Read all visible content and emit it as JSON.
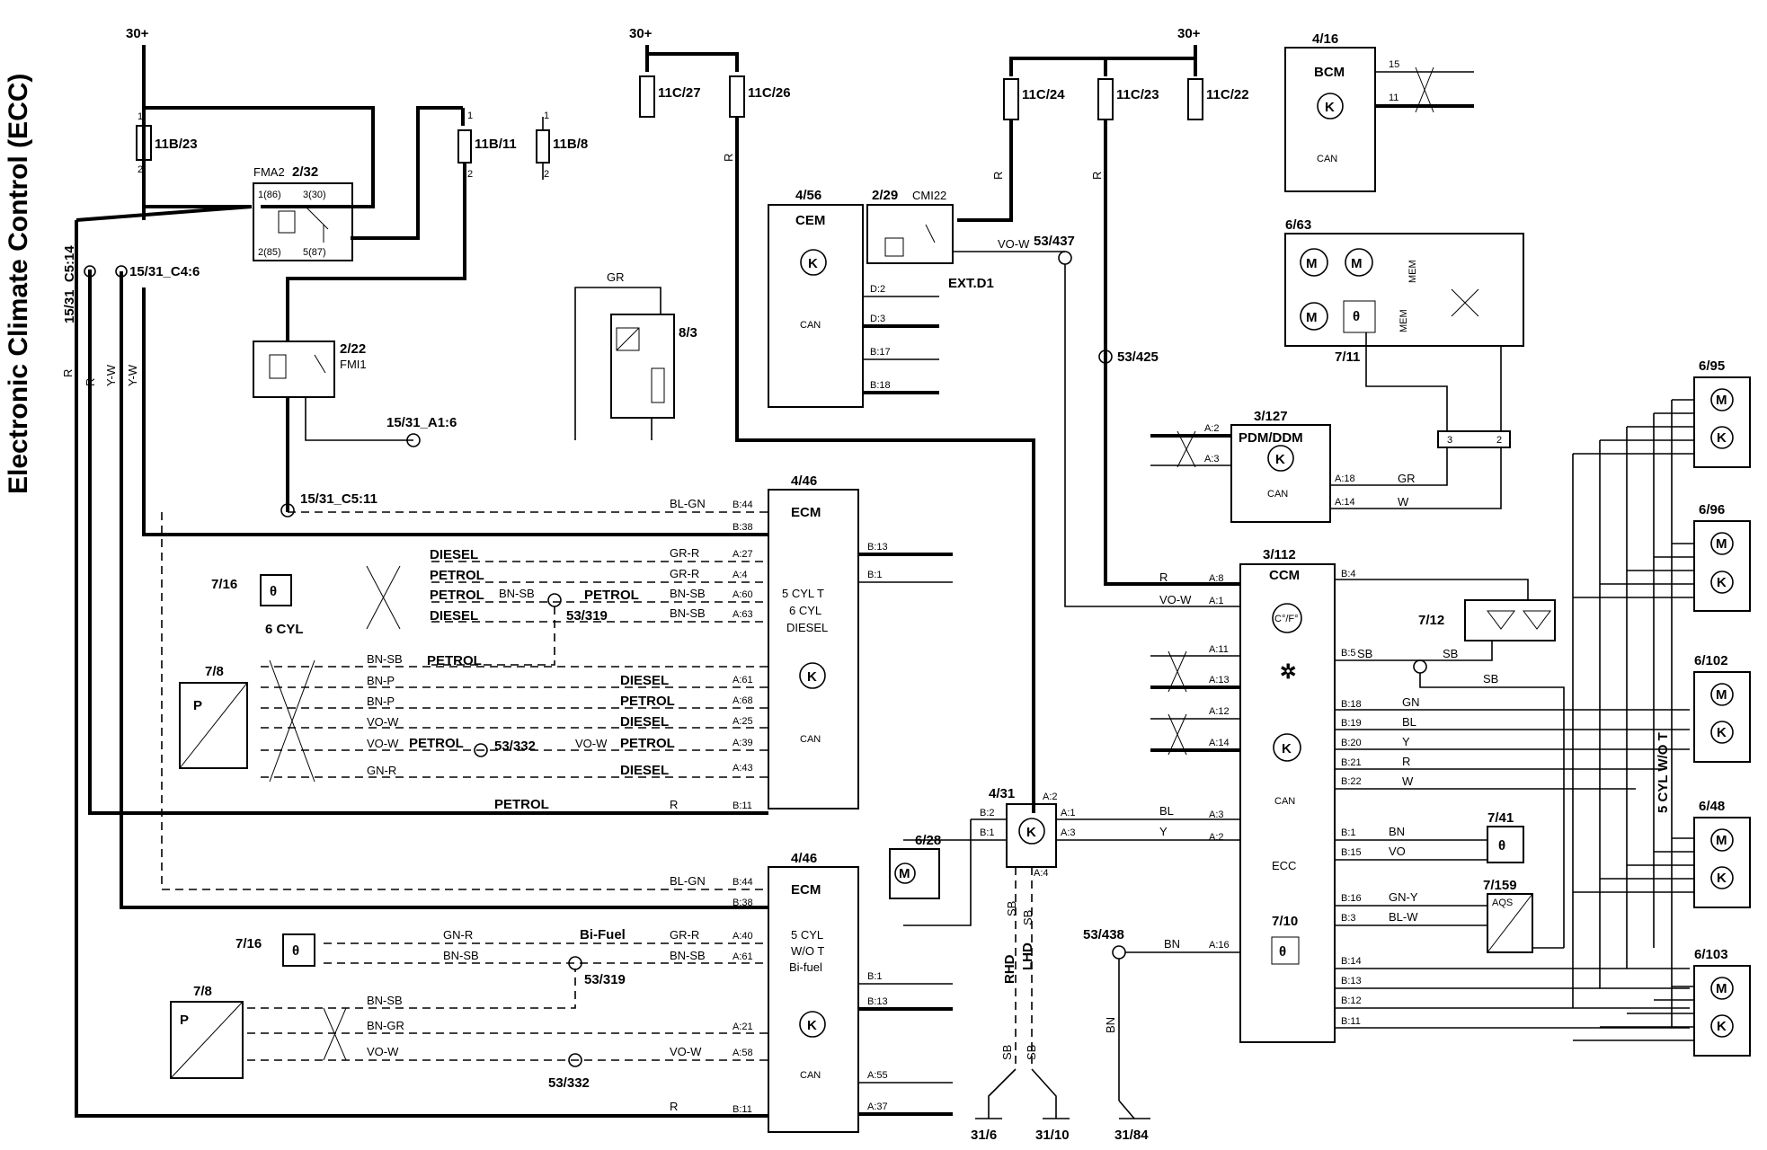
{
  "title": "Electronic Climate Control (ECC)",
  "supply": [
    "30+",
    "30+",
    "30+"
  ],
  "fuses": [
    "11B/23",
    "11B/11",
    "11B/8",
    "11C/27",
    "11C/26",
    "11C/24",
    "11C/23",
    "11C/22"
  ],
  "relays": {
    "fma2": {
      "id": "2/32",
      "tag": "FMA2",
      "pins": [
        "1(86)",
        "3(30)",
        "2(85)",
        "5(87)"
      ]
    },
    "fmi1": {
      "id": "2/22",
      "tag": "FMI1"
    },
    "cmi22": {
      "id": "2/29",
      "tag": "CMI22",
      "ext": "EXT.D1"
    }
  },
  "modules": {
    "cem": {
      "id": "4/56",
      "name": "CEM",
      "pins": [
        "D:2",
        "D:3",
        "B:17",
        "B:18"
      ]
    },
    "bcm": {
      "id": "4/16",
      "name": "BCM",
      "pins": [
        "15",
        "11"
      ]
    },
    "ecm1": {
      "id": "4/46",
      "name": "ECM",
      "desc1": "5 CYL T",
      "desc2": "6 CYL",
      "desc3": "DIESEL",
      "left_pins": [
        "B:44",
        "B:38",
        "A:27",
        "A:4",
        "A:60",
        "A:63",
        "A:61",
        "A:68",
        "A:25",
        "A:39",
        "A:43",
        "B:11"
      ],
      "right_pins": [
        "B:13",
        "B:1"
      ]
    },
    "ecm2": {
      "id": "4/46",
      "name": "ECM",
      "desc1": "5 CYL",
      "desc2": "W/O T",
      "desc3": "Bi-fuel",
      "left_pins": [
        "B:44",
        "B:38",
        "A:40",
        "A:61",
        "A:21",
        "A:58",
        "B:11"
      ],
      "right_pins": [
        "B:1",
        "B:13",
        "A:55",
        "A:37"
      ]
    },
    "ccm": {
      "id": "3/112",
      "name": "CCM",
      "ecc": "ECC",
      "temp": "C°/F°",
      "left_pins": [
        "A:8",
        "A:1",
        "A:11",
        "A:13",
        "A:12",
        "A:14",
        "A:3",
        "A:2",
        "A:16"
      ],
      "right_pins": [
        "B:4",
        "B:5",
        "B:18",
        "B:19",
        "B:20",
        "B:21",
        "B:22",
        "B:1",
        "B:15",
        "B:16",
        "B:3",
        "B:14",
        "B:13",
        "B:12",
        "B:11"
      ]
    },
    "pdm": {
      "id": "3/127",
      "name": "PDM/DDM",
      "pins": [
        "A:2",
        "A:3",
        "A:18",
        "A:14"
      ]
    },
    "mod431": {
      "id": "4/31",
      "pins": [
        "B:2",
        "B:1",
        "A:2",
        "A:1",
        "A:3",
        "A:4"
      ]
    }
  },
  "components": [
    "8/3",
    "7/16",
    "7/8",
    "7/16",
    "7/8",
    "6/28",
    "6/63",
    "7/11",
    "7/12",
    "7/41",
    "7/159",
    "7/10",
    "6/95",
    "6/96",
    "6/102",
    "6/48",
    "6/103"
  ],
  "labels": {
    "can": "CAN",
    "aqs": "AQS",
    "mem": "MEM",
    "six_cyl": "6 CYL",
    "five_cyl_wot": "5 CYL W/O T",
    "rhd": "RHD",
    "lhd": "LHD",
    "bi_fuel": "Bi-Fuel"
  },
  "splices": [
    "15/31_C5:14",
    "15/31_C4:6",
    "15/31_A1:6",
    "15/31_C5:11",
    "53/437",
    "53/425",
    "53/319",
    "53/332",
    "53/319",
    "53/332",
    "53/438"
  ],
  "grounds": [
    "31/6",
    "31/10",
    "31/84"
  ],
  "fuel_labels": [
    "DIESEL",
    "PETROL",
    "PETROL",
    "DIESEL",
    "PETROL",
    "PETROL",
    "DIESEL",
    "PETROL",
    "DIESEL",
    "PETROL",
    "PETROL",
    "DIESEL",
    "PETROL"
  ],
  "wire_colors": [
    "R",
    "R",
    "R",
    "R",
    "R",
    "Y-W",
    "Y-W",
    "GR",
    "VO-W",
    "BL-GN",
    "BL-GN",
    "GR-R",
    "GR-R",
    "BN-SB",
    "BN-SB",
    "BN-SB",
    "BN-SB",
    "BN-P",
    "BN-P",
    "VO-W",
    "VO-W",
    "VO-W",
    "GN-R",
    "GR-R",
    "BN-SB",
    "BN-SB",
    "BN-SB",
    "BN-GR",
    "VO-W",
    "VO-W",
    "GR",
    "W",
    "R",
    "VO-W",
    "SB",
    "SB",
    "SB",
    "GN",
    "BL",
    "Y",
    "R",
    "W",
    "BL",
    "Y",
    "BN",
    "VO",
    "GN-Y",
    "BL-W",
    "BN",
    "BN",
    "SB",
    "SB",
    "SB",
    "SB"
  ]
}
